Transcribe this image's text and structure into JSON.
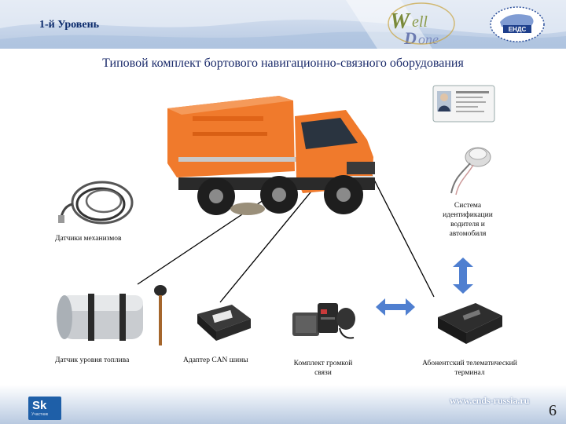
{
  "header": {
    "level": "1-й Уровень",
    "brand": "WellDone",
    "ends_badge": "ЕНДС"
  },
  "title": "Типовой комплект бортового навигационно-связного оборудования",
  "captions": {
    "mechanism_sensors": "Датчики механизмов",
    "driver_id": [
      "Система",
      "идентификации",
      "водителя и",
      "автомобиля"
    ],
    "fuel_sensor": "Датчик уровня топлива",
    "can_adapter": "Адаптер CAN шины",
    "loud_comm": [
      "Комплект громкой",
      "связи"
    ],
    "terminal": [
      "Абонентский телематический",
      "терминал"
    ]
  },
  "footer": {
    "website": "www.ends-russia.ru",
    "page_number": "6",
    "sk_logo": "Sk",
    "sk_subtitle": "Участник"
  }
}
